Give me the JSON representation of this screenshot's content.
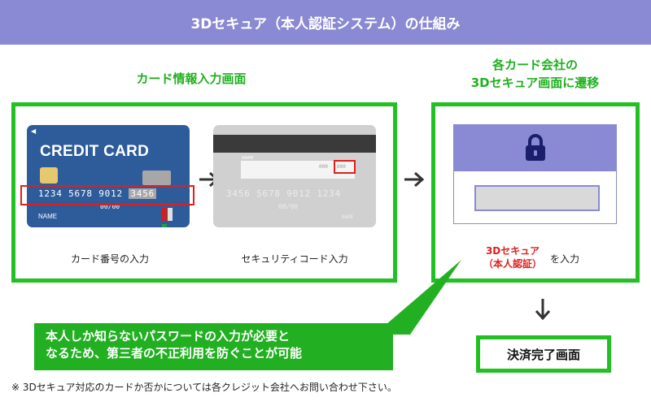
{
  "header": {
    "title": "3Dセキュア（本人認証システム）の仕組み"
  },
  "left_section": {
    "title": "カード情報入力画面",
    "front_card": {
      "label": "CREDIT CARD",
      "number_main": "1234 5678 9012",
      "number_tail": "3456",
      "expiry": "00/00",
      "name": "NAME",
      "caption": "カード番号の入力"
    },
    "back_card": {
      "name_label": "NAME",
      "cvv_left": "000",
      "cvv": "000",
      "number": "3456 5678 9012 1234",
      "expiry": "00/00",
      "name": "NAME",
      "caption": "セキュリティコード入力"
    }
  },
  "right_section": {
    "title_line1": "各カード会社の",
    "title_line2": "3Dセキュア画面に遷移",
    "red_line1": "3Dセキュア",
    "red_line2": "（本人認証）",
    "input_suffix": "を入力"
  },
  "callout": {
    "line1": "本人しか知らないパスワードの入力が必要と",
    "line2": "なるため、第三者の不正利用を防ぐことが可能"
  },
  "final": {
    "label": "決済完了画面"
  },
  "note": {
    "text": "※ 3Dセキュア対応のカードか否かについては各クレジット会社へお問い合わせ下さい。"
  },
  "colors": {
    "header_bg": "#8a89d3",
    "green": "#22c022",
    "red": "#e01e1e",
    "card_blue": "#2e5c9b",
    "card_gray": "#d0d0d0"
  },
  "icons": {
    "arrow": "arrow-right-icon",
    "arrow_down": "arrow-down-icon",
    "lock": "lock-icon"
  }
}
